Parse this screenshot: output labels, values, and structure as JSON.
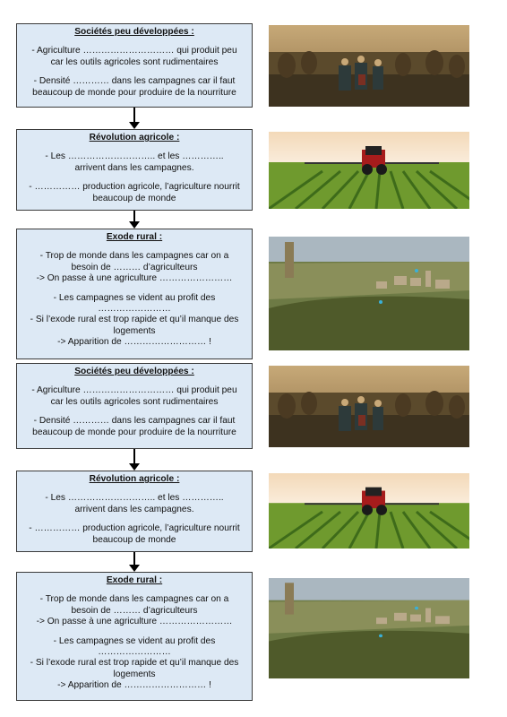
{
  "sections": [
    {
      "title": "Sociétés peu développées :",
      "lines1": [
        "- Agriculture ………………………… qui produit peu",
        "car les outils agricoles sont rudimentaires"
      ],
      "lines2": [
        "- Densité ………… dans les campagnes car il faut",
        "beaucoup de monde pour produire de la nourriture"
      ]
    },
    {
      "title": "Révolution agricole :",
      "lines1": [
        "- Les ……………………….. et les …………..",
        "arrivent dans les campagnes."
      ],
      "lines2": [
        "- …………… production agricole, l’agriculture nourrit",
        "beaucoup de monde"
      ]
    },
    {
      "title": "Exode rural :",
      "lines1": [
        "- Trop de monde dans les campagnes car on a",
        "besoin de ……… d’agriculteurs",
        "-> On passe à une agriculture ……………………"
      ],
      "lines2": [
        "- Les campagnes se vident au profit des",
        "……………………",
        "- Si l’exode rural est trop rapide et qu’il manque des",
        "logements",
        "-> Apparition de ……………………… !"
      ]
    }
  ]
}
